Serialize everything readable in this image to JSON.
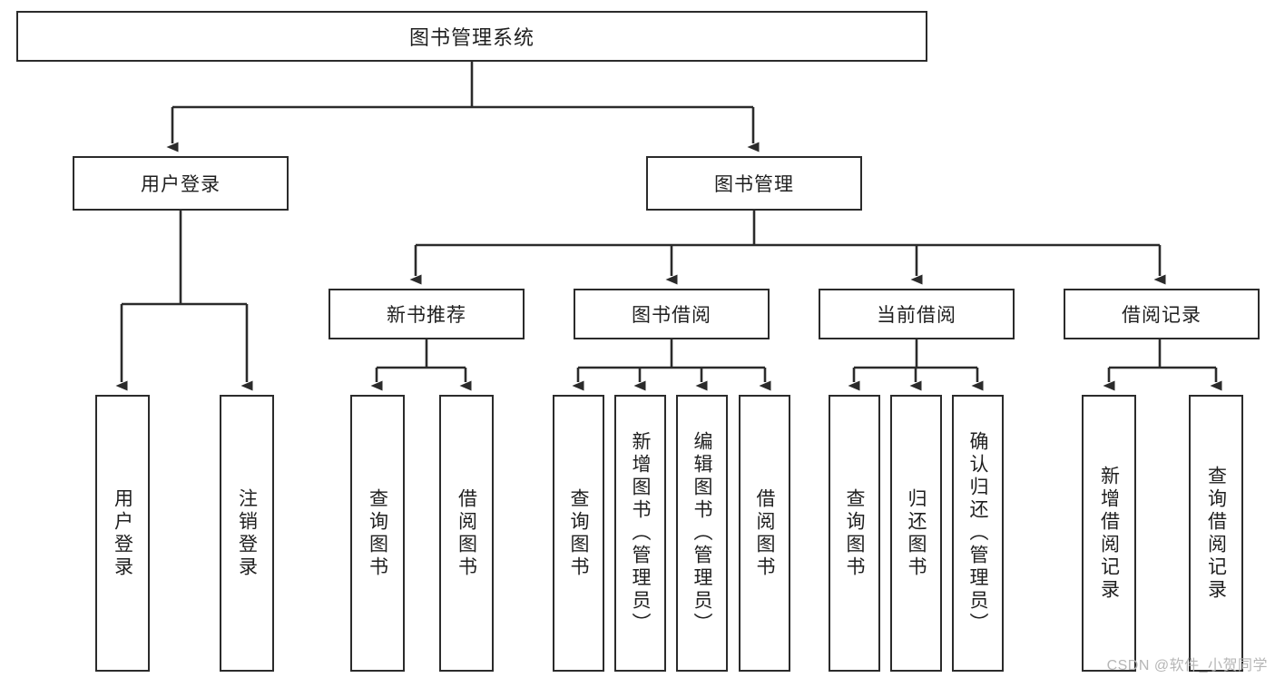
{
  "diagram": {
    "type": "tree-hierarchy",
    "title": "图书管理系统",
    "root": {
      "label": "图书管理系统"
    },
    "level2": [
      {
        "label": "用户登录"
      },
      {
        "label": "图书管理"
      }
    ],
    "level3": [
      {
        "label": "新书推荐"
      },
      {
        "label": "图书借阅"
      },
      {
        "label": "当前借阅"
      },
      {
        "label": "借阅记录"
      }
    ],
    "leaves": [
      {
        "label": "用户登录",
        "parent": "用户登录"
      },
      {
        "label": "注销登录",
        "parent": "用户登录"
      },
      {
        "label": "查询图书",
        "parent": "新书推荐"
      },
      {
        "label": "借阅图书",
        "parent": "新书推荐"
      },
      {
        "label": "查询图书",
        "parent": "图书借阅"
      },
      {
        "label": "新增图书（管理员）",
        "parent": "图书借阅"
      },
      {
        "label": "编辑图书（管理员）",
        "parent": "图书借阅"
      },
      {
        "label": "借阅图书",
        "parent": "图书借阅"
      },
      {
        "label": "查询图书",
        "parent": "当前借阅"
      },
      {
        "label": "归还图书",
        "parent": "当前借阅"
      },
      {
        "label": "确认归还（管理员）",
        "parent": "当前借阅"
      },
      {
        "label": "新增借阅记录",
        "parent": "借阅记录"
      },
      {
        "label": "查询借阅记录",
        "parent": "借阅记录"
      }
    ],
    "colors": {
      "box_border": "#2b2b2b",
      "box_fill": "#ffffff",
      "connector": "#2b2b2b",
      "text": "#1f1f1f",
      "watermark": "#b6b6b6"
    }
  },
  "watermark": {
    "text": "CSDN @软件_小贺同学"
  }
}
